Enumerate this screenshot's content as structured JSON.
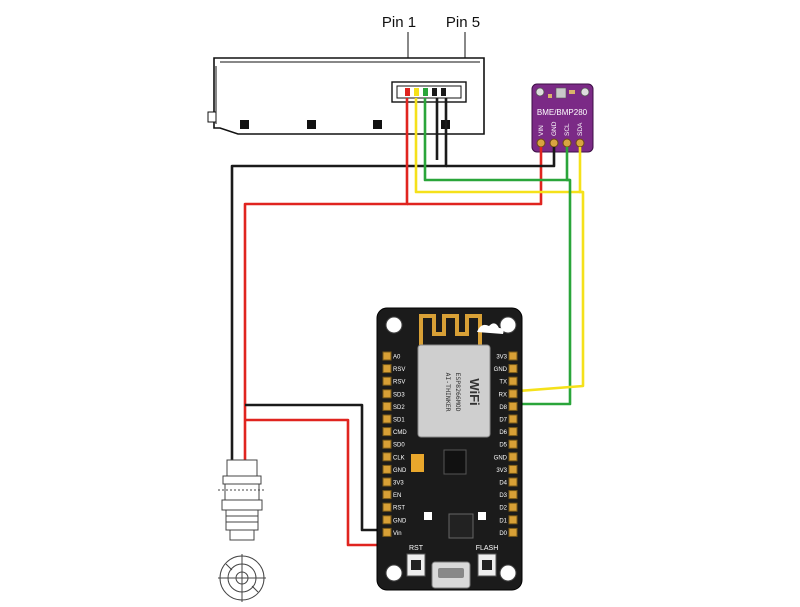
{
  "diagram": {
    "pin_labels": {
      "pin1": "Pin 1",
      "pin5": "Pin 5"
    },
    "sensor": {
      "name": "BME/BMP280",
      "pins": [
        "VIN",
        "GND",
        "SCL",
        "SDA"
      ],
      "board_color": "#7b2a86"
    },
    "mcu": {
      "module_text": "WiFi",
      "chip_lines": [
        "ESP8266MOD",
        "AI-THINKER"
      ],
      "left_pins": [
        "Vin",
        "GND",
        "RST",
        "EN",
        "3V3",
        "GND",
        "CLK",
        "SD0",
        "CMD",
        "SD1",
        "SD2",
        "SD3",
        "RSV",
        "RSV",
        "A0"
      ],
      "right_pins": [
        "D0",
        "D1",
        "D2",
        "D3",
        "D4",
        "3V3",
        "GND",
        "D5",
        "D6",
        "D7",
        "D8",
        "RX",
        "TX",
        "GND",
        "3V3"
      ],
      "button_labels": {
        "reset": "RST",
        "flash": "FLASH"
      }
    },
    "wire_colors": {
      "red": "#e0241f",
      "black": "#1a1a1a",
      "green": "#2aa53a",
      "yellow": "#f5e11a"
    }
  }
}
